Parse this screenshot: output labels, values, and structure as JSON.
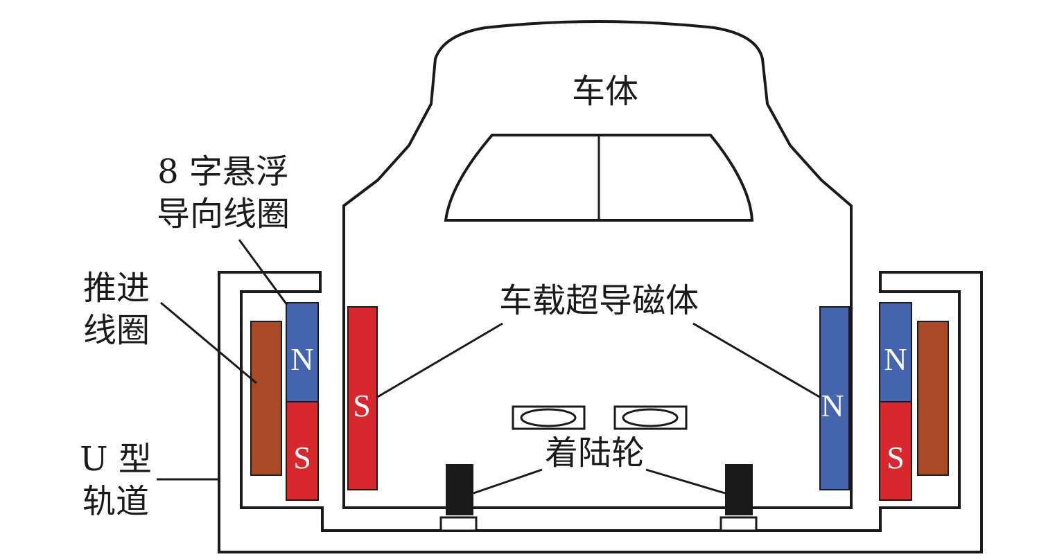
{
  "labels": {
    "car_body": "车体",
    "guide_coil_line1": "8 字悬浮",
    "guide_coil_line2": "导向线圈",
    "propulsion_line1": "推进",
    "propulsion_line2": "线圈",
    "track_line1": "U 型",
    "track_line2": "轨道",
    "onboard_magnet": "车载超导磁体",
    "landing_wheel": "着陆轮"
  },
  "poles": {
    "north": "N",
    "south": "S"
  },
  "colors": {
    "north": "#4464ad",
    "south": "#d9272e",
    "propulsion_coil": "#a94a26",
    "wheel": "#1a1a1a",
    "outline": "#1a1a1a"
  }
}
